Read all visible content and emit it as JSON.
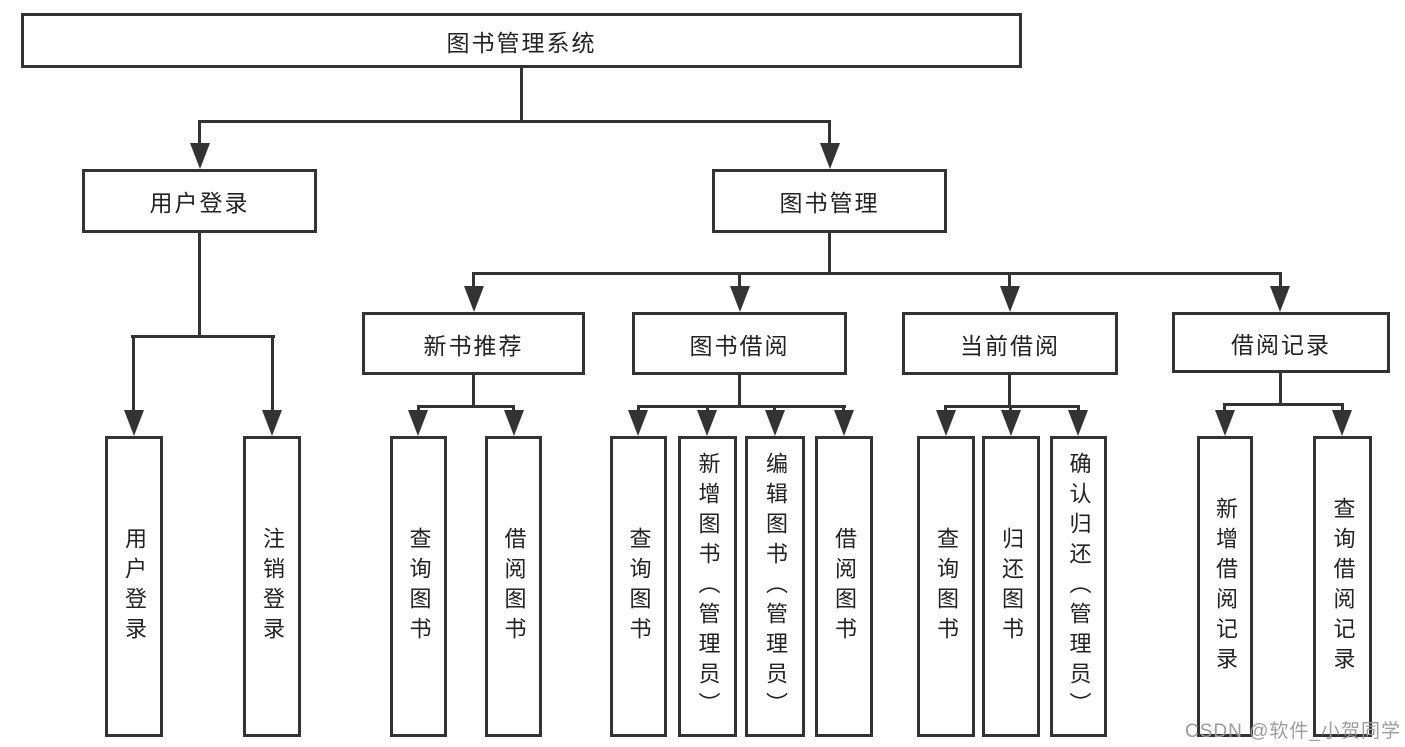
{
  "tree": {
    "root": {
      "label": "图书管理系统"
    },
    "branches": [
      {
        "label": "用户登录",
        "children": [
          {
            "label": "用户登录"
          },
          {
            "label": "注销登录"
          }
        ]
      },
      {
        "label": "图书管理",
        "sections": [
          {
            "label": "新书推荐",
            "children": [
              {
                "label": "查询图书"
              },
              {
                "label": "借阅图书"
              }
            ]
          },
          {
            "label": "图书借阅",
            "children": [
              {
                "label": "查询图书"
              },
              {
                "label": "新增图书（管理员）"
              },
              {
                "label": "编辑图书（管理员）"
              },
              {
                "label": "借阅图书"
              }
            ]
          },
          {
            "label": "当前借阅",
            "children": [
              {
                "label": "查询图书"
              },
              {
                "label": "归还图书"
              },
              {
                "label": "确认归还（管理员）"
              }
            ]
          },
          {
            "label": "借阅记录",
            "children": [
              {
                "label": "新增借阅记录"
              },
              {
                "label": "查询借阅记录"
              }
            ]
          }
        ]
      }
    ]
  },
  "watermark": {
    "text": "CSDN @软件_小贺同学"
  },
  "colors": {
    "line": "#333333",
    "text": "#222222",
    "watermark": "#9c9c9c",
    "background": "#ffffff"
  }
}
